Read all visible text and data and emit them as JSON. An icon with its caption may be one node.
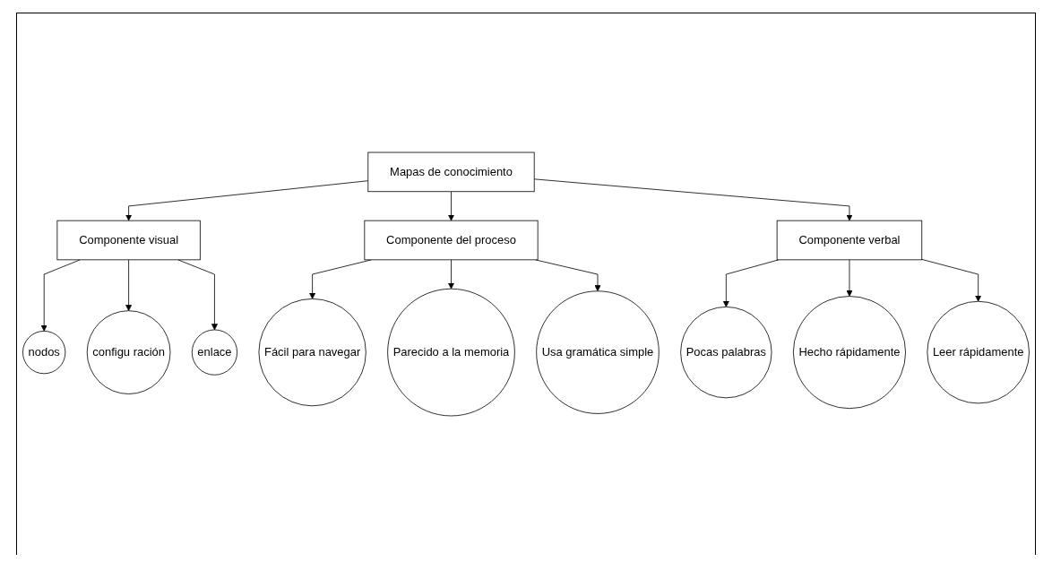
{
  "diagram": {
    "nodes": [
      {
        "text": [
          "Mapas de conocimiento"
        ]
      },
      {
        "text": [
          "Componente visual"
        ]
      },
      {
        "text": [
          "Componente del proceso"
        ]
      },
      {
        "text": [
          "Componente verbal"
        ]
      },
      {
        "text": [
          "nodos"
        ]
      },
      {
        "text": [
          "configu ración"
        ]
      },
      {
        "text": [
          "enlace"
        ]
      },
      {
        "text": [
          "Fácil para navegar"
        ]
      },
      {
        "text": [
          "Parecido a la memoria"
        ]
      },
      {
        "text": [
          "Usa gramática simple"
        ]
      },
      {
        "text": [
          "Pocas palabras"
        ]
      },
      {
        "text": [
          "Hecho rápidamente"
        ]
      },
      {
        "text": [
          "Leer rápidamente"
        ]
      }
    ],
    "edges": [
      {
        "from": 0,
        "to": 1,
        "arrow": "to"
      },
      {
        "from": 0,
        "to": 2,
        "arrow": "to"
      },
      {
        "from": 0,
        "to": 3,
        "arrow": "to"
      },
      {
        "from": 1,
        "to": 4,
        "arrow": "to"
      },
      {
        "from": 1,
        "to": 5,
        "arrow": "to"
      },
      {
        "from": 1,
        "to": 6,
        "arrow": "to"
      },
      {
        "from": 2,
        "to": 7,
        "arrow": "to"
      },
      {
        "from": 2,
        "to": 8,
        "arrow": "to"
      },
      {
        "from": 2,
        "to": 9,
        "arrow": "to"
      },
      {
        "from": 3,
        "to": 10,
        "arrow": "to"
      },
      {
        "from": 3,
        "to": 11,
        "arrow": "to"
      },
      {
        "from": 3,
        "to": 12,
        "arrow": "to"
      }
    ]
  }
}
